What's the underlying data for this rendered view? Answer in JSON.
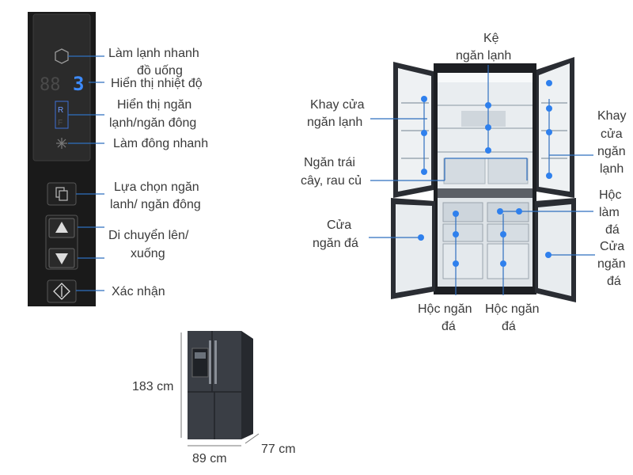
{
  "panel": {
    "display_digits": "88",
    "display_digit_accent": "3",
    "fridge_indicator": "R",
    "freezer_indicator": "F",
    "labels": {
      "fast_cool_line1": "Làm lạnh nhanh",
      "fast_cool_line2": "đồ uống",
      "temp_display": "Hiển thị nhiệt độ",
      "compartment_display_line1": "Hiển thị ngăn",
      "compartment_display_line2": "lạnh/ngăn đông",
      "fast_freeze": "Làm đông nhanh",
      "select_line1": "Lựa chọn ngăn",
      "select_line2": "lanh/ ngăn đông",
      "move_line1": "Di chuyển lên/",
      "move_line2": "xuống",
      "confirm": "Xác nhận"
    }
  },
  "fridge": {
    "labels": {
      "shelf_line1": "Kệ",
      "shelf_line2": "ngăn lạnh",
      "door_tray_left_line1": "Khay cửa",
      "door_tray_left_line2": "ngăn lạnh",
      "crisper_line1": "Ngăn trái",
      "crisper_line2": "cây, rau củ",
      "freezer_door_left_line1": "Cửa",
      "freezer_door_left_line2": "ngăn đá",
      "door_tray_right_line1": "Khay",
      "door_tray_right_line2": "cửa",
      "door_tray_right_line3": "ngăn",
      "door_tray_right_line4": "lạnh",
      "ice_box_line1": "Hộc",
      "ice_box_line2": "làm",
      "ice_box_line3": "đá",
      "freezer_door_right_line1": "Cửa",
      "freezer_door_right_line2": "ngăn",
      "freezer_door_right_line3": "đá",
      "freezer_drawer_left_line1": "Hộc ngăn",
      "freezer_drawer_left_line2": "đá",
      "freezer_drawer_right_line1": "Hộc ngăn",
      "freezer_drawer_right_line2": "đá"
    }
  },
  "dimensions": {
    "height": "183 cm",
    "width": "89 cm",
    "depth": "77 cm"
  },
  "colors": {
    "accent": "#2f80ed",
    "panel_bg": "#1c1c1c",
    "fridge_body": "#2a2d33"
  }
}
